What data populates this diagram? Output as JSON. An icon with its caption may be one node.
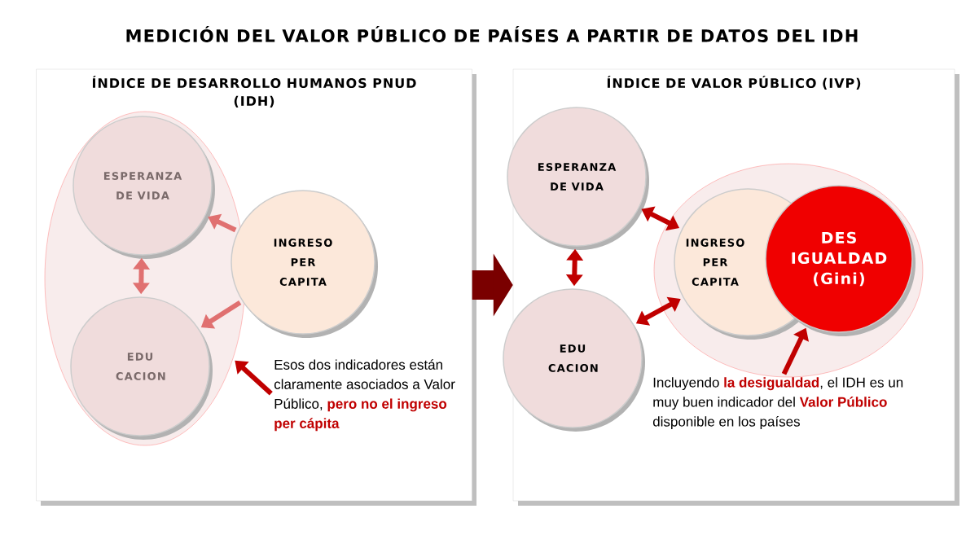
{
  "diagram": {
    "title": "MEDICIÓN DEL VALOR PÚBLICO DE PAÍSES A PARTIR DE DATOS DEL IDH",
    "nodes": [
      {
        "text": [
          "ÍNDICE DE DESARROLLO HUMANOS PNUD (IDH)"
        ]
      },
      {
        "text": [],
        "shape": "ellipse",
        "in": 0
      },
      {
        "text": [
          "ESPERANZA DE VIDA"
        ],
        "in": 1
      },
      {
        "text": [
          "EDU CACION"
        ],
        "in": 1
      },
      {
        "text": [
          "INGRESO PER CAPITA"
        ],
        "in": 0
      },
      {
        "text": [
          "Esos dos indicadores están claramente asociados a Valor Público, **pero no el ingreso per cápita**"
        ],
        "in": 0
      },
      {
        "text": [
          "ÍNDICE DE VALOR PÚBLICO (IVP)"
        ]
      },
      {
        "text": [
          "ESPERANZA DE VIDA"
        ],
        "in": 6
      },
      {
        "text": [
          "EDU CACION"
        ],
        "in": 6
      },
      {
        "text": [],
        "shape": "ellipse",
        "in": 6
      },
      {
        "text": [
          "INGRESO PER CAPITA"
        ],
        "in": 9
      },
      {
        "text": [
          "DES IGUALDAD (Gini)"
        ],
        "in": 9
      },
      {
        "text": [
          "Incluyendo **la desigualdad**, el IDH es un muy buen indicador del **Valor Público** disponible en los países"
        ],
        "in": 6
      }
    ],
    "edges": [
      {
        "from": 4,
        "to": 2,
        "arrow": "to",
        "color": "#e07070"
      },
      {
        "from": 2,
        "to": 3,
        "arrow": "both",
        "color": "#e07070"
      },
      {
        "from": 4,
        "to": 3,
        "arrow": "to",
        "color": "#e07070"
      },
      {
        "from": 5,
        "to": 1,
        "arrow": "to",
        "color": "#c00000"
      },
      {
        "from": 0,
        "to": 6,
        "arrow": "to",
        "style": "thick",
        "color": "#7a0000"
      },
      {
        "from": 7,
        "to": 10,
        "arrow": "both",
        "color": "#c00000"
      },
      {
        "from": 7,
        "to": 8,
        "arrow": "both",
        "color": "#c00000"
      },
      {
        "from": 8,
        "to": 10,
        "arrow": "both",
        "color": "#c00000"
      },
      {
        "from": 12,
        "to": 11,
        "arrow": "to",
        "color": "#c00000"
      }
    ]
  }
}
